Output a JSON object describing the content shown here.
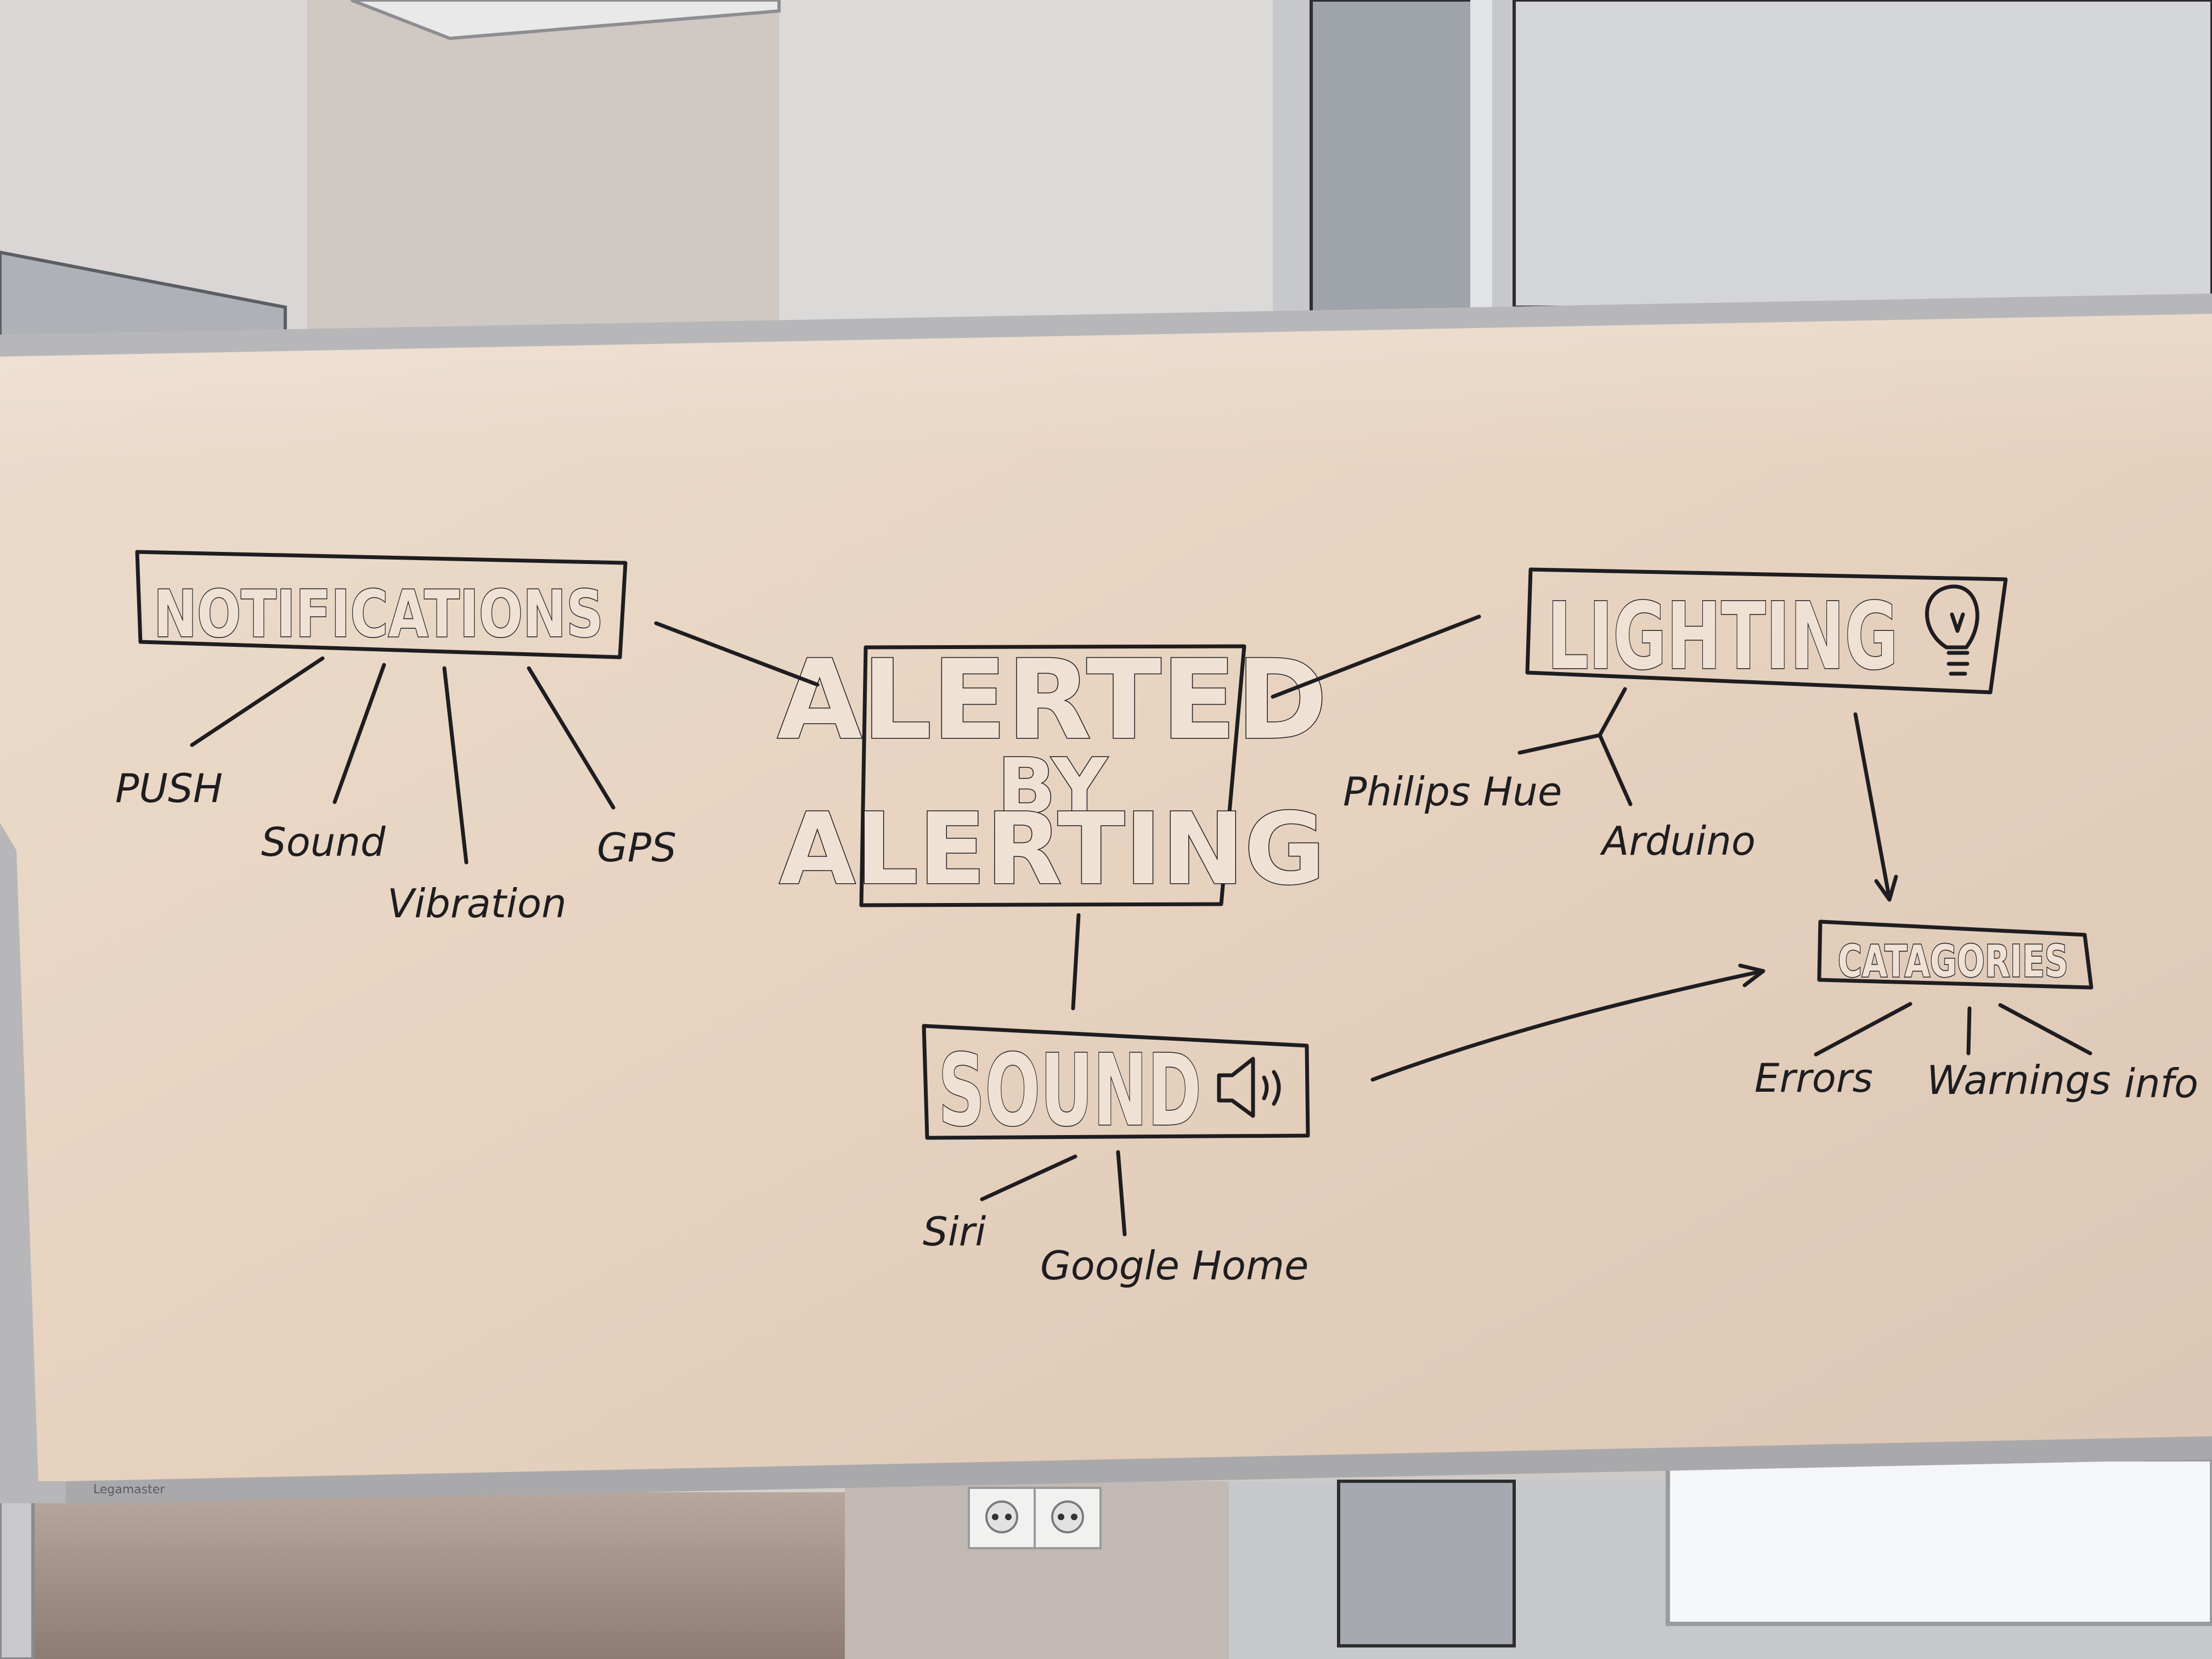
{
  "whiteboard": {
    "central_topic": {
      "line1": "ALERTED",
      "line2": "BY",
      "line3": "ALERTING"
    },
    "notifications": {
      "title": "NOTIFICATIONS",
      "items": [
        "PUSH",
        "Sound",
        "Vibration",
        "GPS"
      ]
    },
    "lighting": {
      "title": "LIGHTING",
      "icon": "lightbulb-icon",
      "items": [
        "Philips Hue",
        "Arduino"
      ]
    },
    "sound": {
      "title": "SOUND",
      "icon": "speaker-icon",
      "items": [
        "Siri",
        "Google Home"
      ]
    },
    "categories": {
      "title": "CATAGORIES",
      "items": [
        "Errors",
        "Warnings",
        "info"
      ]
    },
    "brand_label": "Legamaster"
  },
  "colors": {
    "board": "#eadbcd",
    "ink": "#1e1d20",
    "wall": "#d6d0cc",
    "frame": "#bdbdbd",
    "window_light": "#f4f6f8"
  }
}
